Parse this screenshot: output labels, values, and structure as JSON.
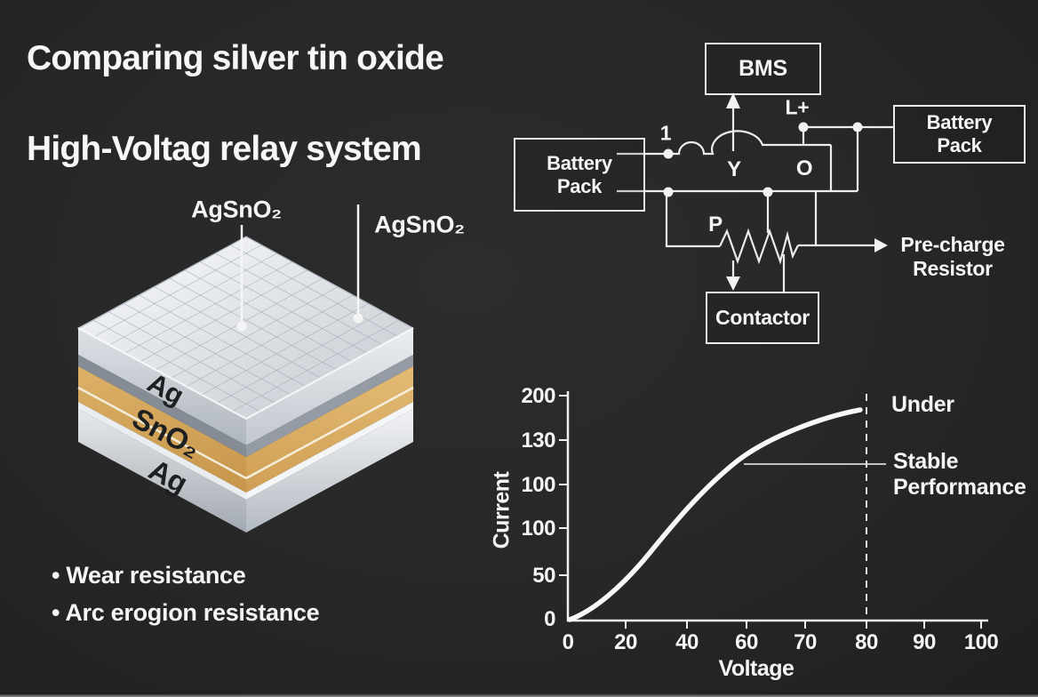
{
  "title": {
    "line1": "Comparing silver tin oxide",
    "line2": "High-Voltag relay system"
  },
  "material_diagram": {
    "callout_top": "AgSnO₂",
    "callout_right": "AgSnO₂",
    "layer_labels": [
      "Ag",
      "SnO₂",
      "Ag"
    ],
    "colors": {
      "top_face": "#eef0f3",
      "grid_line": "#9aa3ad",
      "gold_layer": "#d6a95c",
      "silver_layer": "#dfe2e6",
      "gray_layer": "#8a9199"
    }
  },
  "features": {
    "items": [
      "Wear resistance",
      "Arc erogion resistance"
    ]
  },
  "circuit": {
    "bms": "BMS",
    "battery_left": "Battery Pack",
    "battery_right": "Battery Pack",
    "contactor": "Contactor",
    "precharge": "Pre-charge Resistor",
    "labels": {
      "one": "1",
      "lplus": "L+",
      "y": "Y",
      "o": "O",
      "p": "P"
    },
    "wire_color": "#ececec"
  },
  "chart_data": {
    "type": "line",
    "title": "",
    "xlabel": "Voltage",
    "ylabel": "Current",
    "x_tick_labels": [
      "0",
      "20",
      "40",
      "60",
      "70",
      "80",
      "90",
      "100"
    ],
    "y_tick_labels": [
      "200",
      "130",
      "100",
      "100",
      "50",
      "0"
    ],
    "ylim": [
      0,
      200
    ],
    "grid": false,
    "legend_position": "none",
    "series": [
      {
        "name": "current-vs-voltage",
        "x": [
          0,
          10,
          20,
          30,
          40,
          50,
          60,
          70,
          80
        ],
        "y": [
          0,
          7,
          20,
          58,
          99,
          122,
          147,
          174,
          187
        ]
      }
    ],
    "dashed_vline_at_x": 80,
    "annotations": [
      {
        "text": "Under",
        "x": 82,
        "y": 195
      },
      {
        "text": "Stable Performance",
        "x": 82,
        "y": 139
      }
    ]
  }
}
